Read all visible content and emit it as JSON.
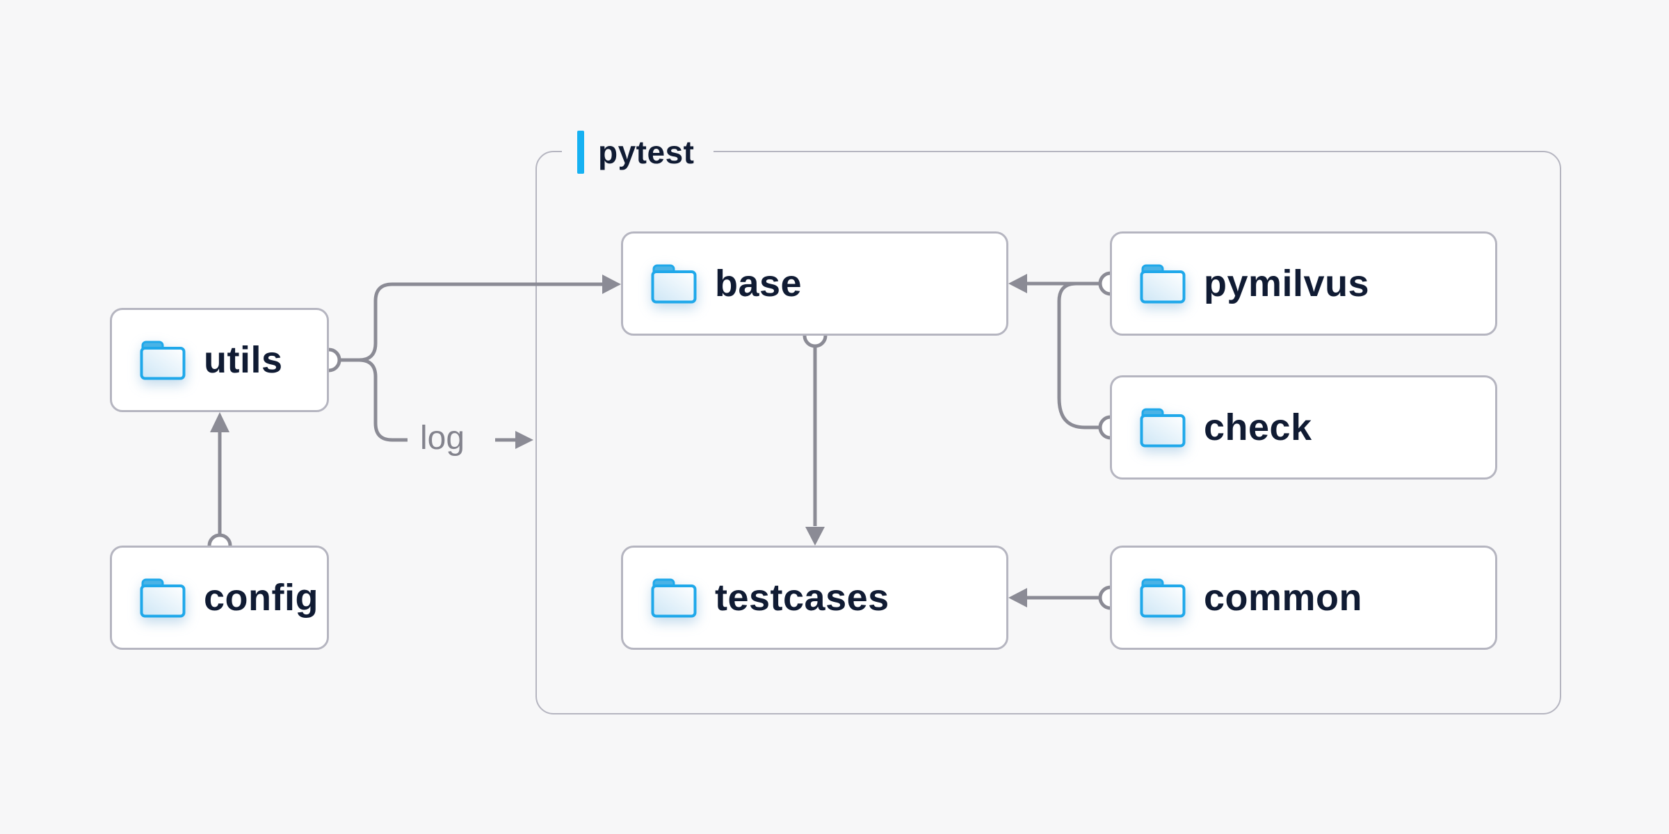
{
  "container": {
    "label": "pytest"
  },
  "nodes": {
    "utils": {
      "label": "utils"
    },
    "config": {
      "label": "config"
    },
    "base": {
      "label": "base"
    },
    "pymilvus": {
      "label": "pymilvus"
    },
    "check": {
      "label": "check"
    },
    "testcases": {
      "label": "testcases"
    },
    "common": {
      "label": "common"
    }
  },
  "edge_labels": {
    "log": "log"
  },
  "edges": [
    {
      "from": "config",
      "to": "utils",
      "style": "arrow"
    },
    {
      "from": "utils",
      "to": "base",
      "style": "arrow"
    },
    {
      "from": "utils",
      "to": "log-note",
      "style": "label-arrow",
      "label": "log"
    },
    {
      "from": "pymilvus",
      "to": "base",
      "style": "arrow"
    },
    {
      "from": "check",
      "to": "base",
      "style": "arrow"
    },
    {
      "from": "base",
      "to": "testcases",
      "style": "arrow"
    },
    {
      "from": "common",
      "to": "testcases",
      "style": "arrow"
    }
  ],
  "colors": {
    "background": "#f7f7f8",
    "node_background": "#ffffff",
    "node_border": "#b5b5c0",
    "connector": "#8b8b95",
    "label_text": "#101b33",
    "edge_label_text": "#83838d",
    "accent": "#16b1f2",
    "folder_stroke": "#1fa8ea",
    "folder_tab": "#4ab3e6"
  }
}
